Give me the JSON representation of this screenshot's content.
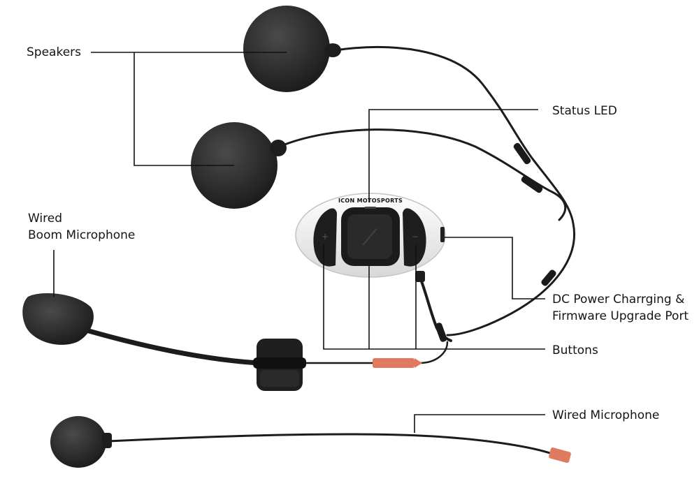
{
  "labels": {
    "speakers": "Speakers",
    "status_led": "Status LED",
    "wired_boom_mic_line1": "Wired",
    "wired_boom_mic_line2": "Boom Microphone",
    "dc_power_line1": "DC Power Charrging &",
    "dc_power_line2": "Firmware Upgrade Port",
    "buttons": "Buttons",
    "wired_microphone": "Wired Microphone"
  },
  "device": {
    "brand_text": "ICON MOTOSPORTS",
    "minus_glyph": "−",
    "plus_glyph": "+"
  },
  "colors": {
    "foam": "#2b2b2b",
    "wire": "#1c1c1c",
    "connector": "#e07a5f",
    "device_body": "#f2f2f2",
    "device_pad": "#1e1e1e"
  }
}
